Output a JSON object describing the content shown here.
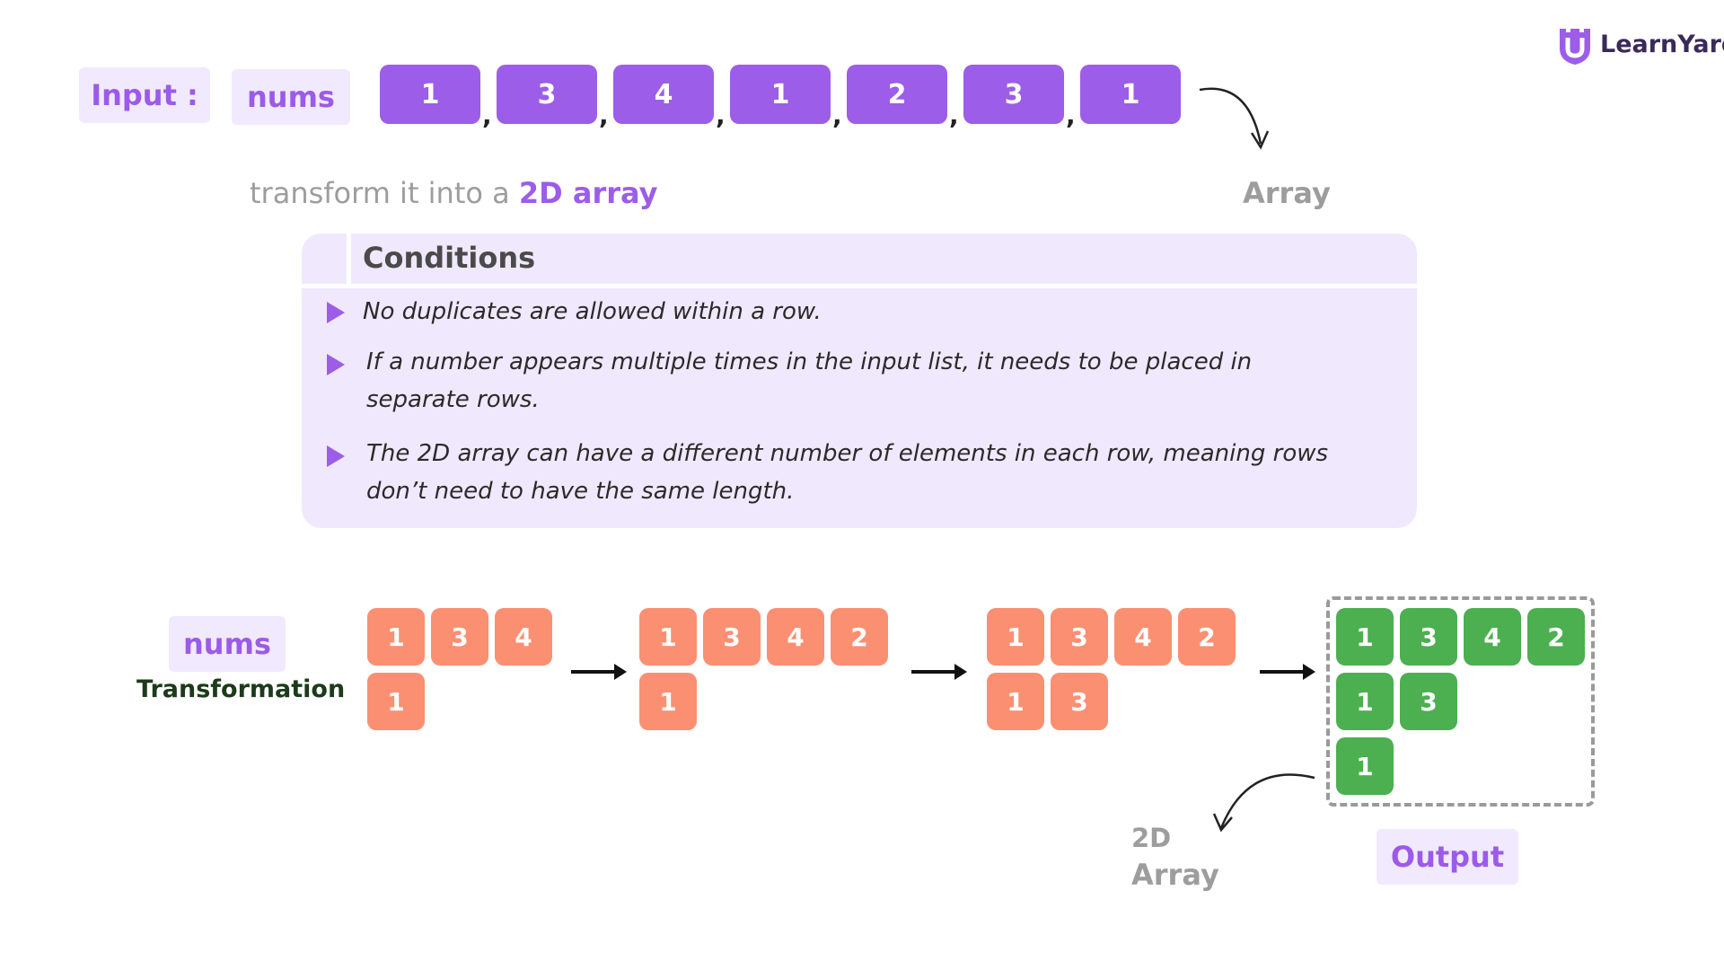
{
  "logo": {
    "text": "LearnYard",
    "icon": "shield-u-logo-icon",
    "color": "#9c5de8"
  },
  "input": {
    "label": "Input :",
    "var_name": "nums",
    "values": [
      "1",
      "3",
      "4",
      "1",
      "2",
      "3",
      "1"
    ],
    "separator": ",",
    "array_label": "Array"
  },
  "instruction": {
    "prefix": "transform it into a",
    "highlight": "2D array"
  },
  "conditions": {
    "title": "Conditions",
    "items": [
      "No duplicates are allowed within a row.",
      "If a number appears multiple times in the input list, it needs to be placed in separate rows.",
      "The 2D array can have a different number of elements in each row, meaning rows don’t need to have the same length."
    ]
  },
  "transformation": {
    "var_name": "nums",
    "label": "Transformation",
    "stages": [
      {
        "rows": [
          [
            "1",
            "3",
            "4"
          ],
          [
            "1"
          ]
        ]
      },
      {
        "rows": [
          [
            "1",
            "3",
            "4",
            "2"
          ],
          [
            "1"
          ]
        ]
      },
      {
        "rows": [
          [
            "1",
            "3",
            "4",
            "2"
          ],
          [
            "1",
            "3"
          ]
        ]
      }
    ],
    "output": {
      "rows": [
        [
          "1",
          "3",
          "4",
          "2"
        ],
        [
          "1",
          "3"
        ],
        [
          "1"
        ]
      ]
    },
    "output_label": "Output",
    "output_caption": [
      "2D",
      "Array"
    ]
  },
  "colors": {
    "purple": "#9c5de8",
    "light_purple": "#f1e9fd",
    "orange": "#fb8f72",
    "green": "#4caf50",
    "gray_text": "#9d9d9d"
  }
}
